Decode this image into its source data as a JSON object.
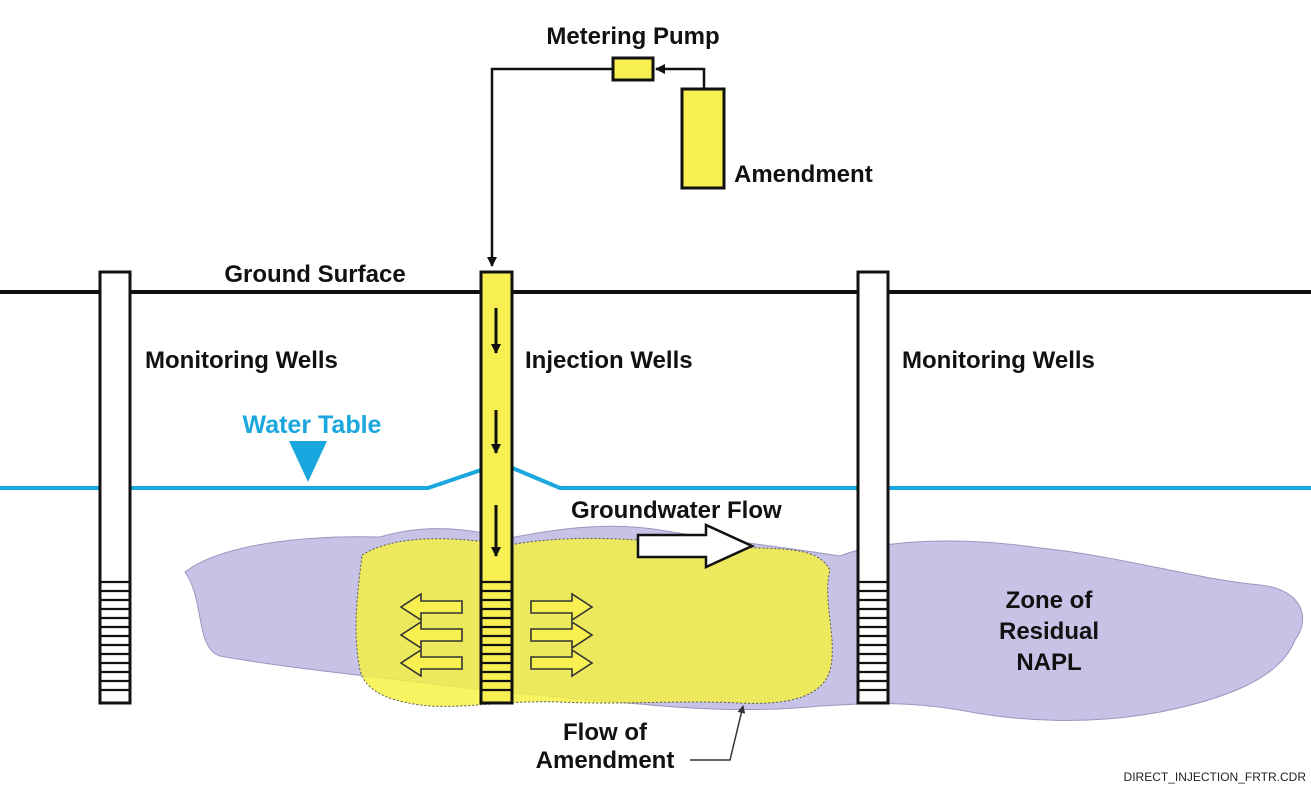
{
  "labels": {
    "metering_pump": "Metering Pump",
    "amendment_tank": "Amendment",
    "ground_surface": "Ground Surface",
    "monitoring_wells_left": "Monitoring Wells",
    "injection_wells": "Injection Wells",
    "monitoring_wells_right": "Monitoring Wells",
    "water_table": "Water Table",
    "groundwater_flow": "Groundwater Flow",
    "napl_line1": "Zone of",
    "napl_line2": "Residual",
    "napl_line3": "NAPL",
    "flow_line1": "Flow of",
    "flow_line2": "Amendment",
    "credit": "DIRECT_INJECTION_FRTR.CDR"
  },
  "colors": {
    "amendment_yellow": "#f5f140",
    "equipment_yellow": "#f7f050",
    "napl_purple": "#c7c3e6",
    "water_blue": "#1aa6de",
    "ink": "#111111",
    "background": "#ffffff"
  }
}
